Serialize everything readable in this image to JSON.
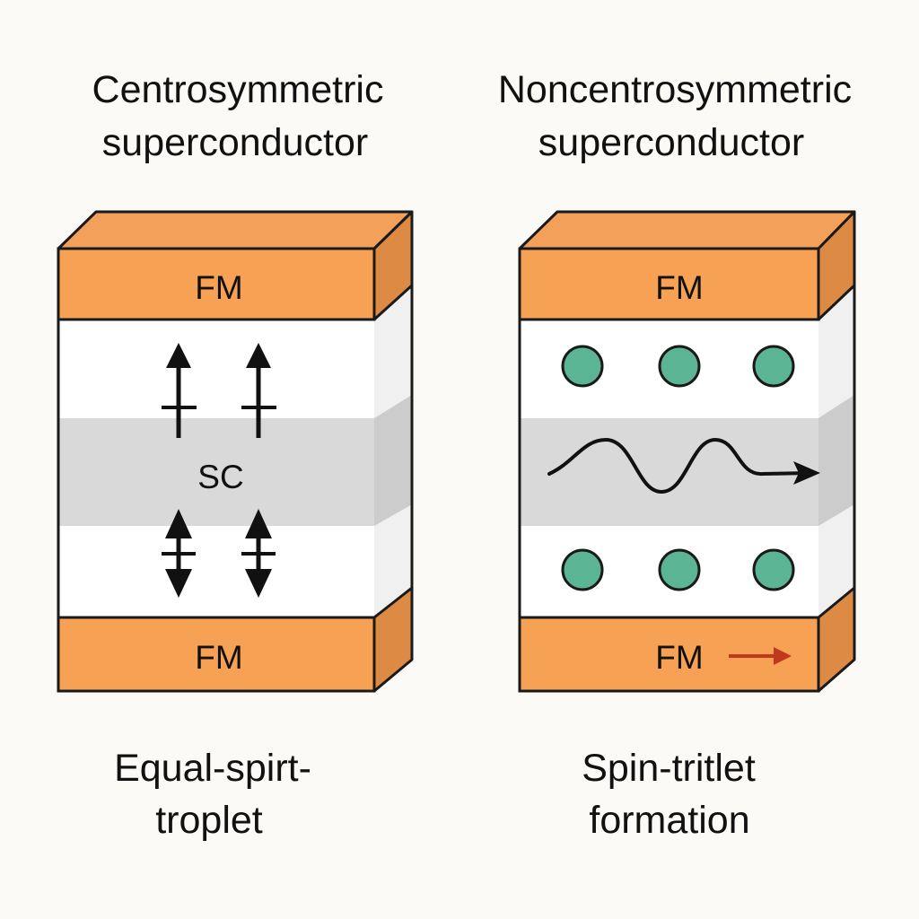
{
  "colors": {
    "background": "#fbfaf7",
    "fm_front": "#f7a154",
    "fm_top": "#f3a05a",
    "fm_side": "#dd8a44",
    "sc_band": "#d9d9d9",
    "sc_band_side": "#cdcdcd",
    "white_body": "#ffffff",
    "body_side": "#eeeeee",
    "outline": "#1a1a1a",
    "dot_fill": "#5bb594",
    "magnetization_arrow": "#c0391e"
  },
  "left_panel": {
    "title_line1": "Centrosymmetric",
    "title_line2": "superconductor",
    "fm_top_label": "FM",
    "sc_label": "SC",
    "fm_bottom_label": "FM",
    "caption_line1": "Equal-spirt-",
    "caption_line2": "troplet",
    "icons": [
      "up-arrow-icon",
      "up-arrow-icon",
      "double-arrow-icon",
      "double-arrow-icon"
    ]
  },
  "right_panel": {
    "title_line1": "Noncentrosymmetric",
    "title_line2": "superconductor",
    "fm_top_label": "FM",
    "fm_bottom_label": "FM",
    "caption_line1": "Spin-tritlet",
    "caption_line2": "formation",
    "icons": [
      "dot-icon",
      "wave-arrow-icon",
      "magnetization-arrow-icon"
    ]
  }
}
